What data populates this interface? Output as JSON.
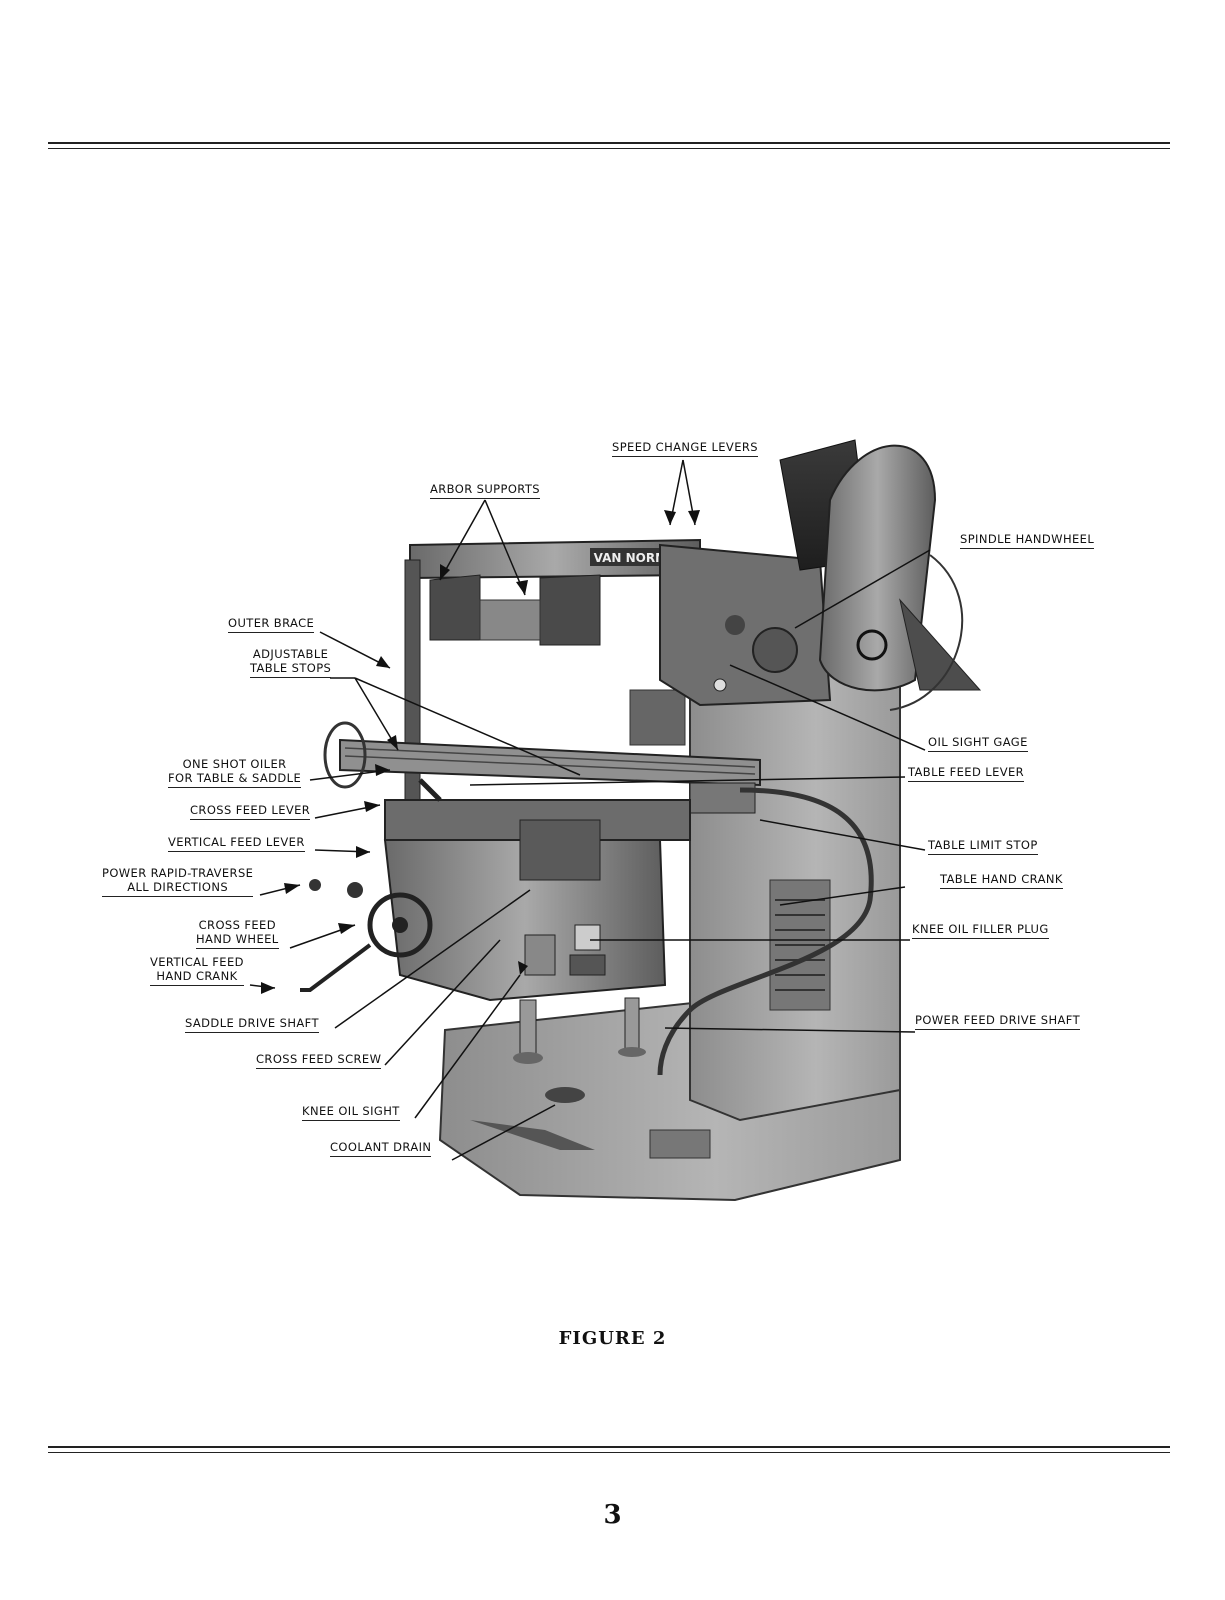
{
  "figure": {
    "caption": "FIGURE 2",
    "brand_plate": "VAN NORMAN"
  },
  "page_number": "3",
  "labels": {
    "speed_change_levers": "SPEED CHANGE LEVERS",
    "arbor_supports": "ARBOR SUPPORTS",
    "spindle_handwheel": "SPINDLE HANDWHEEL",
    "outer_brace": "OUTER BRACE",
    "adjustable_table_stops_1": "ADJUSTABLE",
    "adjustable_table_stops_2": "TABLE STOPS",
    "oil_sight_gage": "OIL SIGHT GAGE",
    "one_shot_oiler_1": "ONE SHOT OILER",
    "one_shot_oiler_2": "FOR TABLE & SADDLE",
    "table_feed_lever": "TABLE FEED LEVER",
    "cross_feed_lever": "CROSS FEED LEVER",
    "vertical_feed_lever": "VERTICAL FEED LEVER",
    "table_limit_stop": "TABLE LIMIT STOP",
    "power_rapid_traverse_1": "POWER RAPID-TRAVERSE",
    "power_rapid_traverse_2": "ALL DIRECTIONS",
    "table_hand_crank": "TABLE HAND CRANK",
    "cross_feed_hand_wheel_1": "CROSS FEED",
    "cross_feed_hand_wheel_2": "HAND WHEEL",
    "knee_oil_filler_plug": "KNEE OIL FILLER PLUG",
    "vertical_feed_hand_crank_1": "VERTICAL FEED",
    "vertical_feed_hand_crank_2": "HAND CRANK",
    "saddle_drive_shaft": "SADDLE DRIVE SHAFT",
    "power_feed_drive_shaft": "POWER FEED DRIVE SHAFT",
    "cross_feed_screw": "CROSS FEED SCREW",
    "knee_oil_sight": "KNEE OIL SIGHT",
    "coolant_drain": "COOLANT DRAIN"
  }
}
